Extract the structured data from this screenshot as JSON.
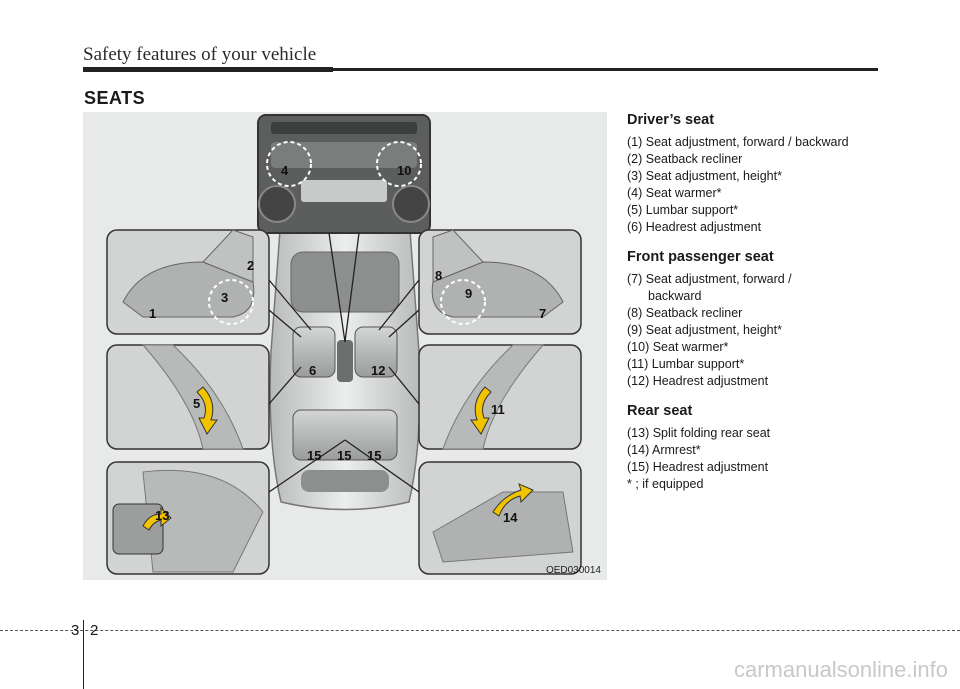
{
  "header": {
    "title": "Safety features of your vehicle"
  },
  "section": {
    "title": "SEATS"
  },
  "figure": {
    "code": "OED030014",
    "callouts": [
      "1",
      "2",
      "3",
      "4",
      "5",
      "6",
      "7",
      "8",
      "9",
      "10",
      "11",
      "12",
      "13",
      "14",
      "15"
    ]
  },
  "legend": {
    "driver": {
      "heading": "Driver’s seat",
      "items": [
        "(1) Seat adjustment, forward / backward",
        "(2) Seatback recliner",
        "(3) Seat adjustment, height*",
        "(4) Seat warmer*",
        "(5) Lumbar support*",
        "(6) Headrest adjustment"
      ]
    },
    "passenger": {
      "heading": "Front passenger seat",
      "item7a": "(7) Seat adjustment, forward /",
      "item7b": "backward",
      "items": [
        "(8) Seatback recliner",
        "(9) Seat adjustment, height*",
        "(10) Seat warmer*",
        "(11) Lumbar support*",
        "(12) Headrest adjustment"
      ]
    },
    "rear": {
      "heading": "Rear seat",
      "items": [
        "(13) Split folding rear seat",
        "(14) Armrest*",
        "(15) Headrest adjustment",
        "* ; if equipped"
      ]
    }
  },
  "footer": {
    "section": "3",
    "page": "2"
  },
  "watermark": "carmanualsonline.info"
}
